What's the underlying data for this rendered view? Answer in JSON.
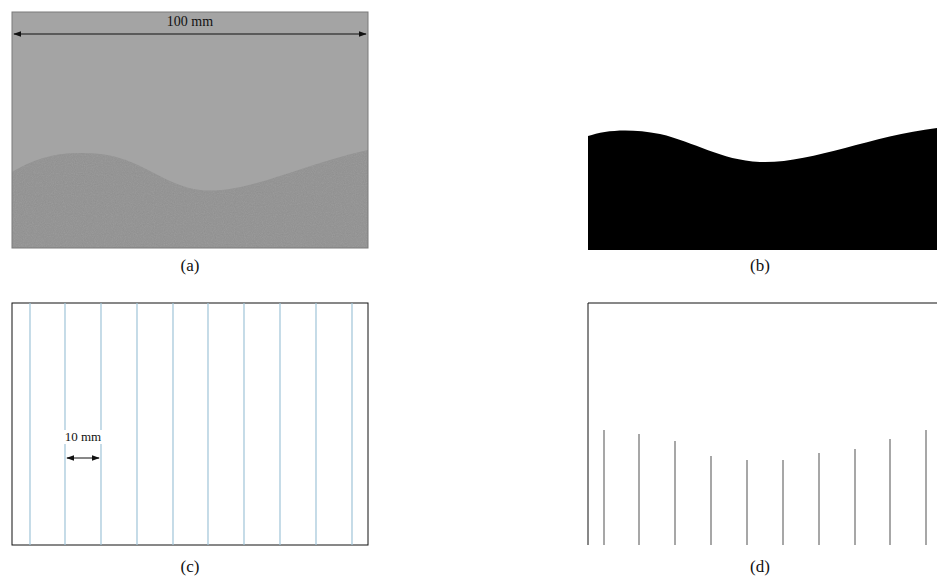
{
  "diagram": {
    "labels": [
      "100 mm",
      "(a)",
      "(b)",
      "10 mm",
      "(c)",
      "(d)"
    ]
  }
}
